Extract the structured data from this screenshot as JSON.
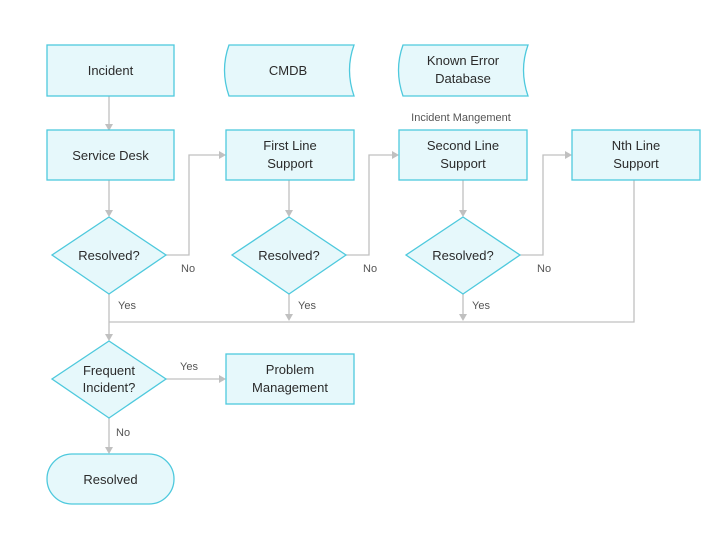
{
  "colors": {
    "node_fill": "#e6f8fb",
    "node_stroke": "#4ec9dd",
    "edge": "#c0c0c0",
    "text": "#2b2b2b"
  },
  "nodes": {
    "incident": "Incident",
    "cmdb": "CMDB",
    "known_error_1": "Known Error",
    "known_error_2": "Database",
    "service_desk": "Service Desk",
    "first_line_1": "First Line",
    "first_line_2": "Support",
    "second_line_1": "Second Line",
    "second_line_2": "Support",
    "nth_line_1": "Nth Line",
    "nth_line_2": "Support",
    "resolved_q1": "Resolved?",
    "resolved_q2": "Resolved?",
    "resolved_q3": "Resolved?",
    "frequent_1": "Frequent",
    "frequent_2": "Incident?",
    "problem_1": "Problem",
    "problem_2": "Management",
    "resolved_end": "Resolved"
  },
  "annotations": {
    "incident_management": "Incident Mangement"
  },
  "edge_labels": {
    "no_1": "No",
    "no_2": "No",
    "no_3": "No",
    "yes_1": "Yes",
    "yes_2": "Yes",
    "yes_3": "Yes",
    "yes_frequent": "Yes",
    "no_frequent": "No"
  }
}
